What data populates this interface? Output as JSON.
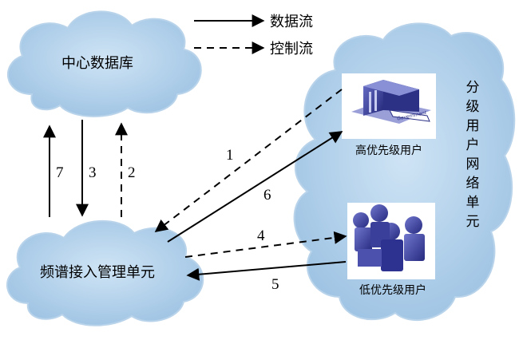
{
  "legend": {
    "data_flow": "数据流",
    "control_flow": "控制流"
  },
  "nodes": {
    "central_db": "中心数据库",
    "spectrum_unit": "频谱接入管理单元",
    "network_unit": "分级用户网络单元",
    "high_user": "高优先级用户",
    "low_user": "低优先级用户",
    "gov_sign": "Government"
  },
  "arrows": {
    "a1": "1",
    "a2": "2",
    "a3": "3",
    "a4": "4",
    "a5": "5",
    "a6": "6",
    "a7": "7"
  },
  "colors": {
    "cloud_fill": "#a7cbe8",
    "cloud_stroke": "#7fa6c8",
    "icon_blue": "#3a3f9a",
    "icon_box": "#ffffff"
  }
}
